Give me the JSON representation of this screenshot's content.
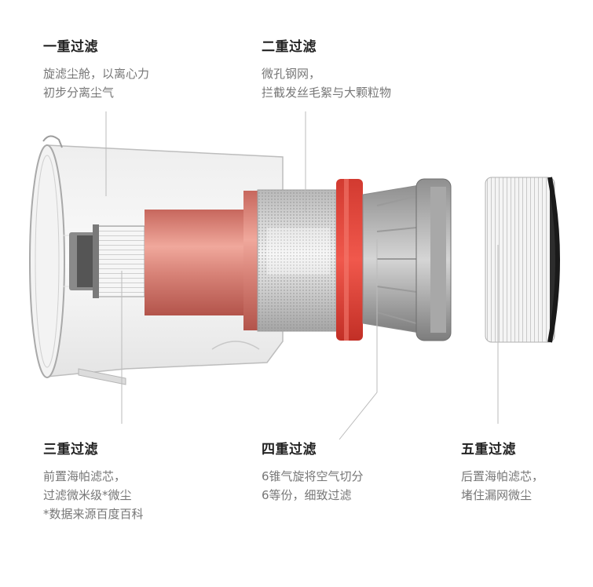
{
  "stages": [
    {
      "title": "一重过滤",
      "lines": [
        "旋滤尘舱，以离心力",
        "初步分离尘气"
      ]
    },
    {
      "title": "二重过滤",
      "lines": [
        "微孔钢网，",
        "拦截发丝毛絮与大颗粒物"
      ]
    },
    {
      "title": "三重过滤",
      "lines": [
        "前置海帕滤芯，",
        "过滤微米级*微尘",
        "*数据来源百度百科"
      ]
    },
    {
      "title": "四重过滤",
      "lines": [
        "6锥气旋将空气切分",
        "6等份，细致过滤"
      ]
    },
    {
      "title": "五重过滤",
      "lines": [
        "后置海帕滤芯，",
        "堵住漏网微尘"
      ]
    }
  ],
  "colors": {
    "accent_red": "#e0453b",
    "copper": "#d88378",
    "title_text": "#222222",
    "desc_text": "#777777",
    "leader_line": "#bbbbbb"
  }
}
